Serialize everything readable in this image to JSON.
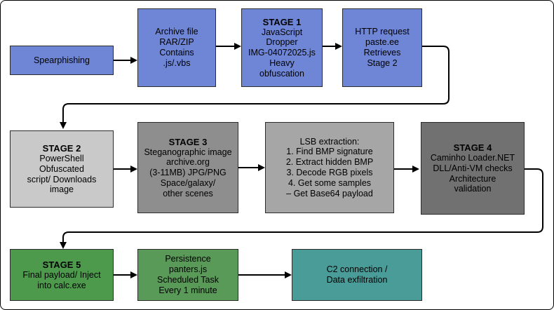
{
  "colors": {
    "blue": "#6f86d6",
    "light_gray": "#c9c9c9",
    "mid_gray": "#8e8e8e",
    "gray": "#a6a6a6",
    "dark_gray": "#717171",
    "green": "#4d9a4d",
    "green_alt": "#5a9a58",
    "teal": "#4a9c98",
    "arrow": "#000000"
  },
  "nodes": {
    "spearphishing": {
      "title": "",
      "lines": [
        "Spearphishing"
      ],
      "color": "#6f86d6"
    },
    "archive": {
      "title": "",
      "lines": [
        "Archive file",
        "RAR/ZIP",
        "Contains",
        ".js/.vbs"
      ],
      "color": "#6f86d6"
    },
    "stage1": {
      "title": "STAGE 1",
      "lines": [
        "JavaScript",
        "Dropper",
        "IMG-04072025.js",
        "Heavy",
        "obfuscation"
      ],
      "color": "#6f86d6"
    },
    "http": {
      "title": "",
      "lines": [
        "HTTP request",
        "paste.ee",
        "Retrieves",
        "Stage 2"
      ],
      "color": "#6f86d6"
    },
    "stage2": {
      "title": "STAGE 2",
      "lines": [
        "PowerShell",
        "Obfuscated",
        "script/ Downloads",
        "image"
      ],
      "color": "#c9c9c9"
    },
    "stage3": {
      "title": "STAGE 3",
      "lines": [
        "Steganographic image",
        "archive.org",
        "(3-11MB) JPG/PNG",
        "Space/galaxy/",
        "other scenes"
      ],
      "color": "#8e8e8e"
    },
    "lsb": {
      "title": "",
      "lines": [
        "LSB extraction:",
        "1. Find BMP signature",
        "2. Extract hidden BMP",
        "3. Decode RGB pixels",
        "4. Get some samples",
        "– Get Base64 payload"
      ],
      "color": "#a6a6a6"
    },
    "stage4": {
      "title": "STAGE 4",
      "lines": [
        "Caminho Loader.NET",
        "DLL/Anti-VM checks",
        "Architecture",
        "validation"
      ],
      "color": "#717171"
    },
    "stage5": {
      "title": "STAGE 5",
      "lines": [
        "Final payload/ Inject",
        "into calc.exe"
      ],
      "color": "#4d9a4d"
    },
    "persistence": {
      "title": "",
      "lines": [
        "Persistence",
        "panters.js",
        "Scheduled Task",
        "Every 1 minute"
      ],
      "color": "#5a9a58"
    },
    "c2": {
      "title": "",
      "lines": [
        "C2 connection /",
        "Data exfiltration"
      ],
      "color": "#4a9c98"
    }
  }
}
